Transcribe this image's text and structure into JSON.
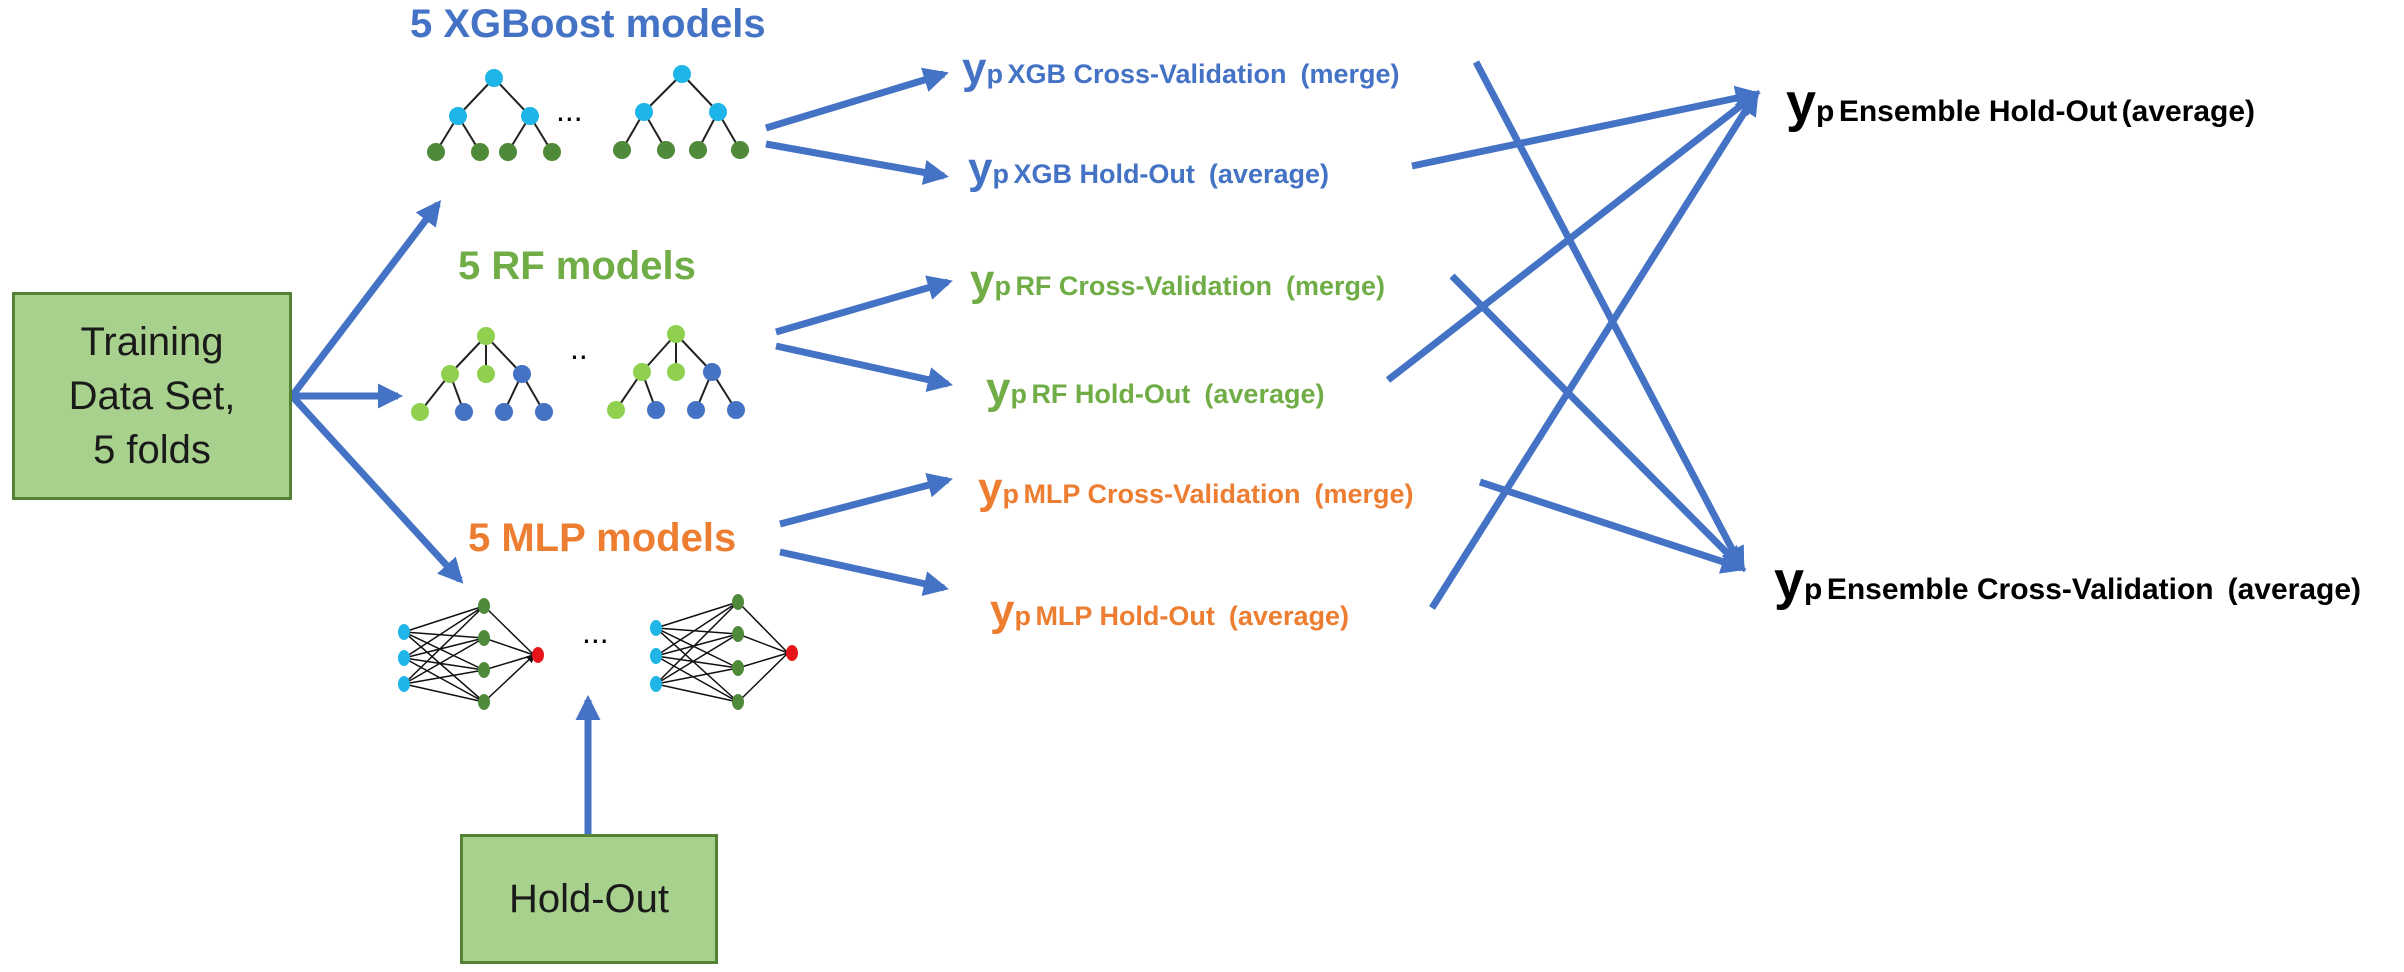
{
  "inputs": {
    "training": [
      "Training",
      "Data Set,",
      "5 folds"
    ],
    "holdout": "Hold-Out"
  },
  "model_groups": {
    "xgb": "5 XGBoost models",
    "rf": "5 RF models",
    "mlp": "5 MLP models"
  },
  "ellipsis": {
    "xgb": "...",
    "rf": "..",
    "mlp": "..."
  },
  "outputs": {
    "symbol": "y",
    "symbol_sub": "p",
    "xgb_cv": {
      "label": "XGB  Cross-Validation",
      "mode": "(merge)"
    },
    "xgb_ho": {
      "label": "XGB Hold-Out",
      "mode": "(average)"
    },
    "rf_cv": {
      "label": "RF Cross-Validation",
      "mode": "(merge)"
    },
    "rf_ho": {
      "label": "RF Hold-Out",
      "mode": "(average)"
    },
    "mlp_cv": {
      "label": "MLP Cross-Validation",
      "mode": "(merge)"
    },
    "mlp_ho": {
      "label": "MLP Hold-Out",
      "mode": "(average)"
    }
  },
  "ensembles": {
    "holdout": {
      "label": "Ensemble Hold-Out",
      "mode": "(average)"
    },
    "cv": {
      "label": "Ensemble Cross-Validation",
      "mode": "(average)"
    }
  },
  "colors": {
    "arrow": "#4472c4",
    "xgb": "#4472c4",
    "rf": "#70ad47",
    "mlp": "#ed7d31",
    "box_fill": "#a9d18e",
    "box_border": "#548235",
    "node_cyan": "#1fb5e8",
    "node_dark_green": "#4e8a3a",
    "node_light_green": "#8fd14f",
    "node_blue": "#4472c4",
    "node_red": "#e8141b"
  }
}
